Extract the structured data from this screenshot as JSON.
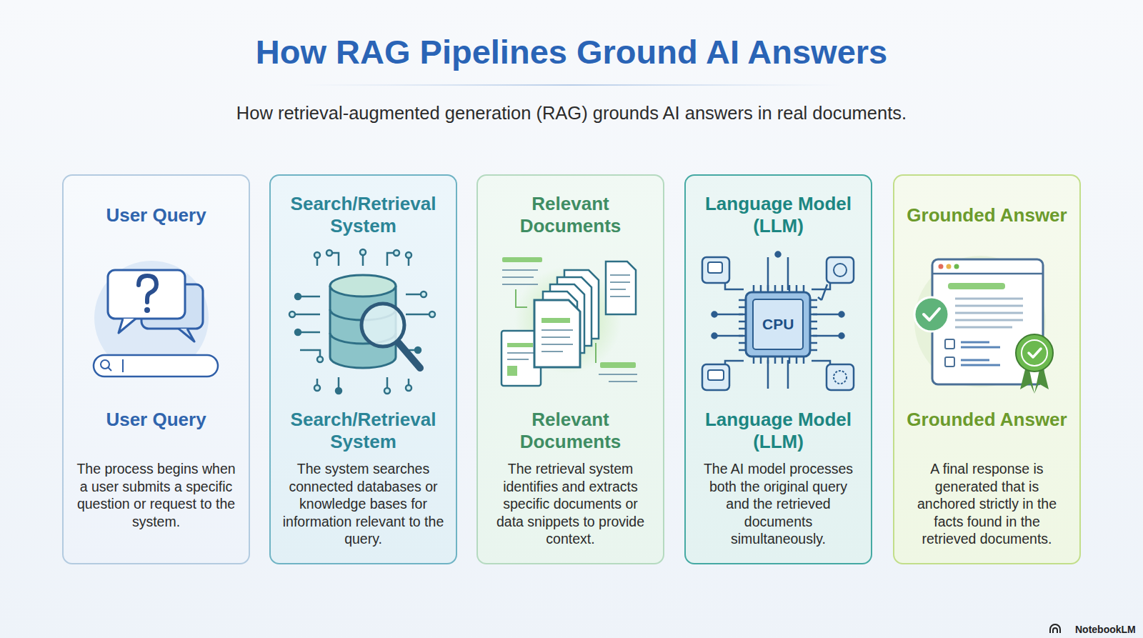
{
  "diagram": {
    "title": "How RAG Pipelines Ground AI Answers",
    "caption": "How retrieval-augmented generation (RAG) grounds AI answers in real documents.",
    "nodes": [
      {
        "text": [
          "User Query",
          "User Query",
          "The process begins when a user submits a specific question or request to the system."
        ]
      },
      {
        "text": [
          "Search/Retrieval System",
          "Search/Retrieval System",
          "The system searches connected databases or knowledge bases for information relevant to the query."
        ]
      },
      {
        "text": [
          "Relevant Documents",
          "Relevant Documents",
          "The retrieval system identifies and extracts specific documents or data snippets to provide context."
        ]
      },
      {
        "text": [
          "Language Model (LLM)",
          "Language Model (LLM)",
          "The AI model processes both the original query and the retrieved documents simultaneously."
        ]
      },
      {
        "text": [
          "Grounded Answer",
          "Grounded Answer",
          "A final response is generated that is anchored strictly in the facts found in the retrieved documents."
        ]
      }
    ],
    "labels": [
      "CPU",
      "NotebookLM"
    ]
  }
}
